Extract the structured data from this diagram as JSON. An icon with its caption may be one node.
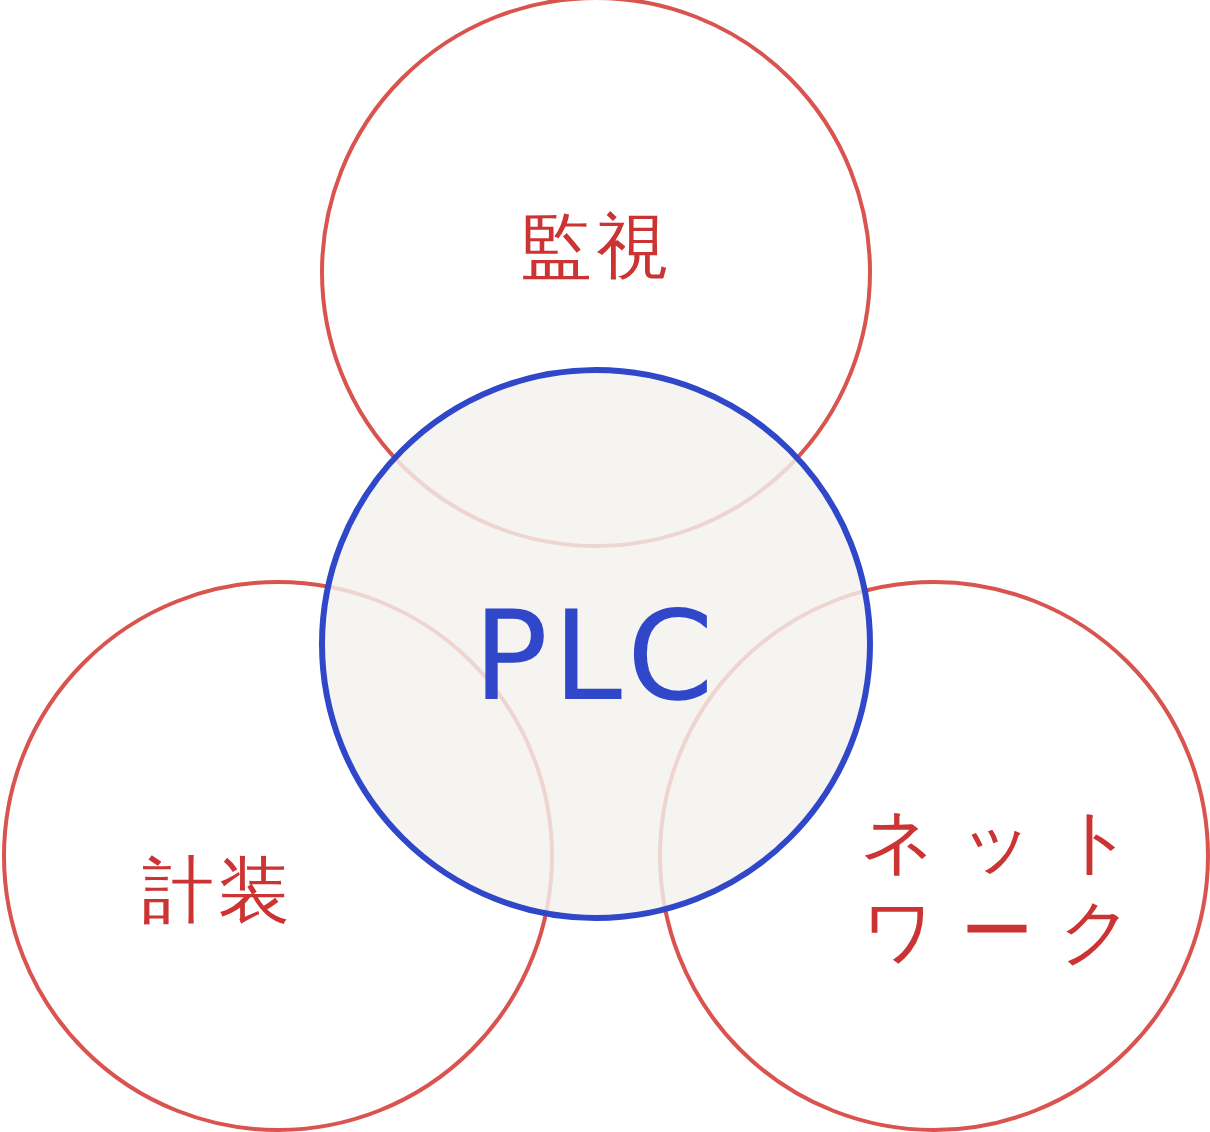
{
  "diagram": {
    "nodes": [
      {
        "text": [
          "監視"
        ]
      },
      {
        "text": [
          "PLC"
        ]
      },
      {
        "text": [
          "計装"
        ]
      },
      {
        "text": [
          "ネットワーク"
        ]
      }
    ]
  }
}
